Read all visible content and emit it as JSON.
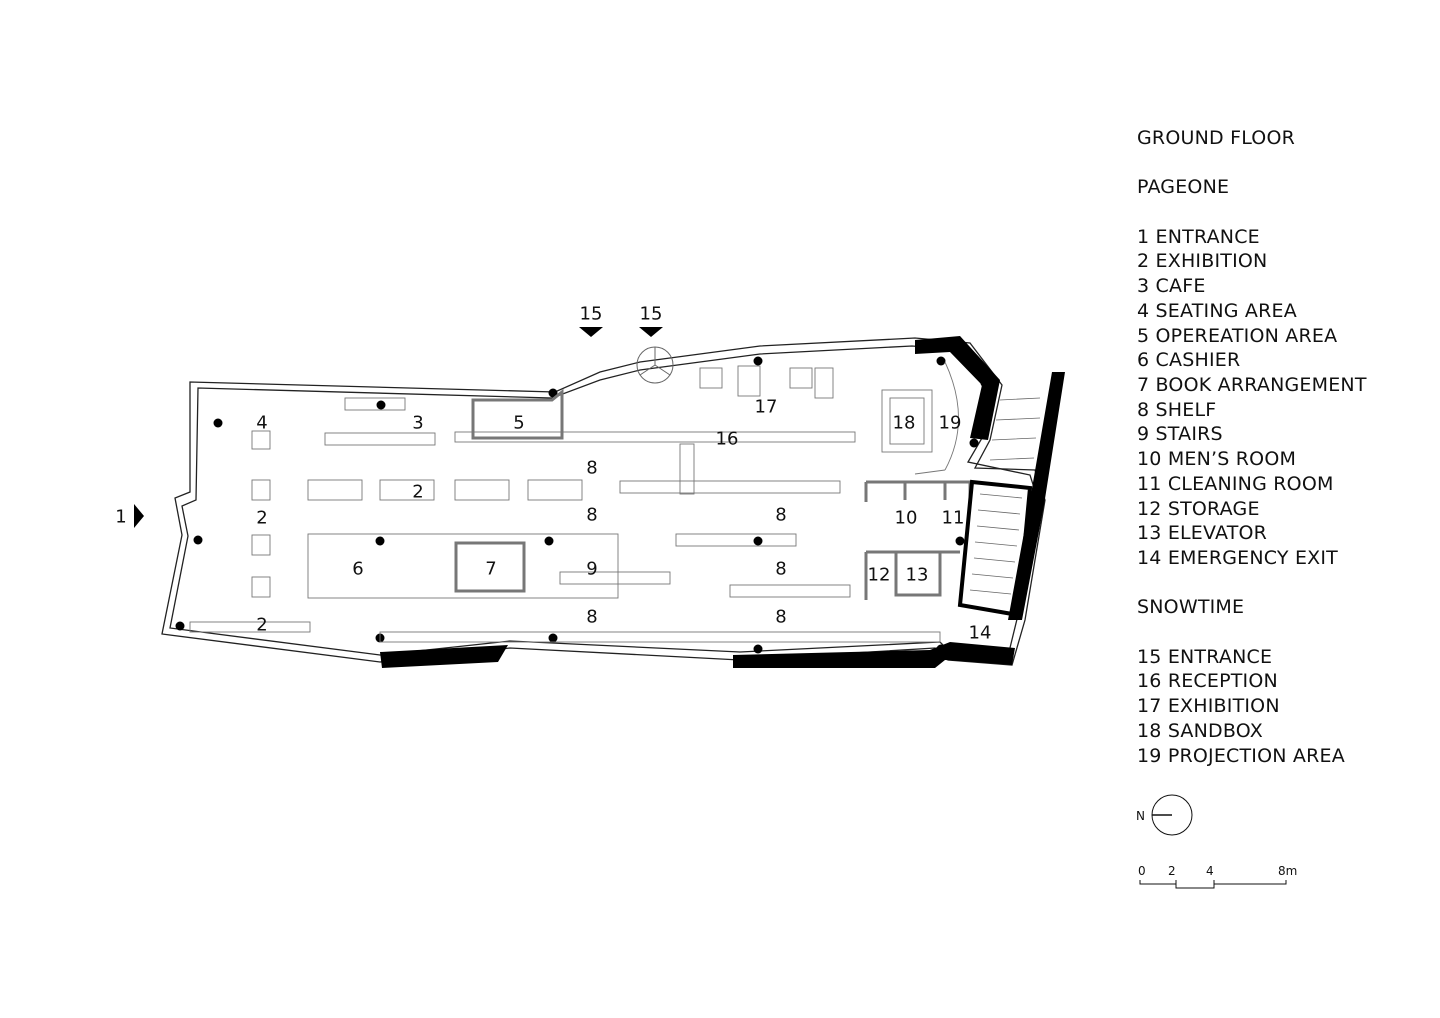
{
  "legend": {
    "floor_title": "GROUND FLOOR",
    "pageone": {
      "title": "PAGEONE",
      "items": [
        "1   ENTRANCE",
        "2   EXHIBITION",
        "3   CAFE",
        "4   SEATING AREA",
        "5   OPEREATION AREA",
        "6   CASHIER",
        "7   BOOK ARRANGEMENT",
        "8   SHELF",
        "9   STAIRS",
        "10 MEN’S ROOM",
        "11 CLEANING ROOM",
        "12 STORAGE",
        "13 ELEVATOR",
        "14 EMERGENCY EXIT"
      ]
    },
    "snowtime": {
      "title": "SNOWTIME",
      "items": [
        "15 ENTRANCE",
        "16 RECEPTION",
        "17 EXHIBITION",
        "18 SANDBOX",
        "19 PROJECTION AREA"
      ]
    }
  },
  "north_label": "N",
  "scale_labels": [
    "0",
    "2",
    "4",
    "8m"
  ],
  "plan_labels": {
    "entrance_1": "1",
    "entrance_15a": "15",
    "entrance_15b": "15",
    "seating": "4",
    "cafe": "3",
    "operation": "5",
    "exhibition_top": "2",
    "exhibition_left": "2",
    "exhibition_bottom": "2",
    "shelf_a": "8",
    "shelf_b": "8",
    "shelf_c": "8",
    "shelf_d": "8",
    "shelf_e": "8",
    "shelf_f": "8",
    "cashier": "6",
    "book_arrangement": "7",
    "stairs": "9",
    "reception": "16",
    "exhibition_snow": "17",
    "sandbox": "18",
    "projection": "19",
    "mens_room": "10",
    "cleaning": "11",
    "storage": "12",
    "elevator": "13",
    "emergency_exit": "14"
  }
}
